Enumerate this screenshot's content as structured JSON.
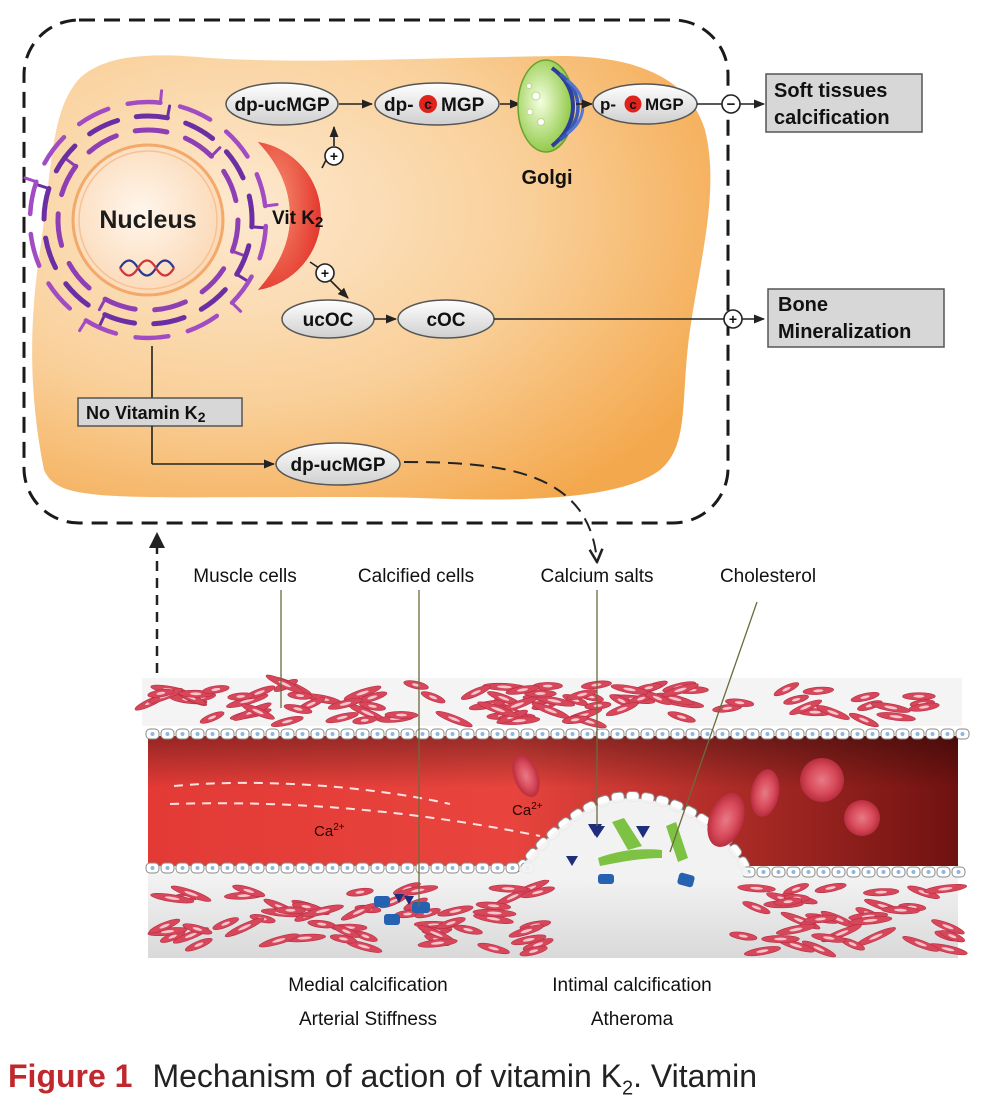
{
  "cell": {
    "nucleus": "Nucleus",
    "vitk2": {
      "main": "Vit K",
      "sub": "2"
    },
    "golgi": "Golgi",
    "mgp_chain": {
      "dp_ucmgp": "dp-ucMGP",
      "dp_cmgp_prefix": "dp-",
      "dp_cmgp_suffix": "MGP",
      "p_cmgp_prefix": "p-",
      "p_cmgp_suffix": "MGP",
      "c_mark": "c"
    },
    "oc_chain": {
      "ucoc": "ucOC",
      "coc": "cOC"
    },
    "no_vitk2": {
      "main": "No Vitamin K",
      "sub": "2"
    },
    "dp_ucmgp_lower": "dp-ucMGP",
    "signs": {
      "plus": "+",
      "minus": "−"
    }
  },
  "outcomes": {
    "soft_tissue": [
      "Soft tissues",
      "calcification"
    ],
    "bone": [
      "Bone",
      "Mineralization"
    ]
  },
  "vessel": {
    "labels": {
      "muscle_cells": "Muscle cells",
      "calcified_cells": "Calcified cells",
      "calcium_salts": "Calcium salts",
      "cholesterol": "Cholesterol"
    },
    "ion": {
      "main": "Ca",
      "sup": "2+"
    },
    "bottom": {
      "medial": [
        "Medial calcification",
        "Arterial Stiffness"
      ],
      "intimal": [
        "Intimal calcification",
        "Atheroma"
      ]
    }
  },
  "caption": {
    "figure": "Figure 1",
    "text": "Mechanism of action of vitamin K",
    "sub": "2",
    "tail": ". Vitamin"
  },
  "colors": {
    "cell_fill": "#f8c78a",
    "vit_k2": "#e5362c",
    "oval_fill": "#e4e4e4",
    "box_fill": "#d7d7d7",
    "blood": "#d9312f",
    "muscle": "#d8465a",
    "caption_accent": "#c0282e"
  }
}
